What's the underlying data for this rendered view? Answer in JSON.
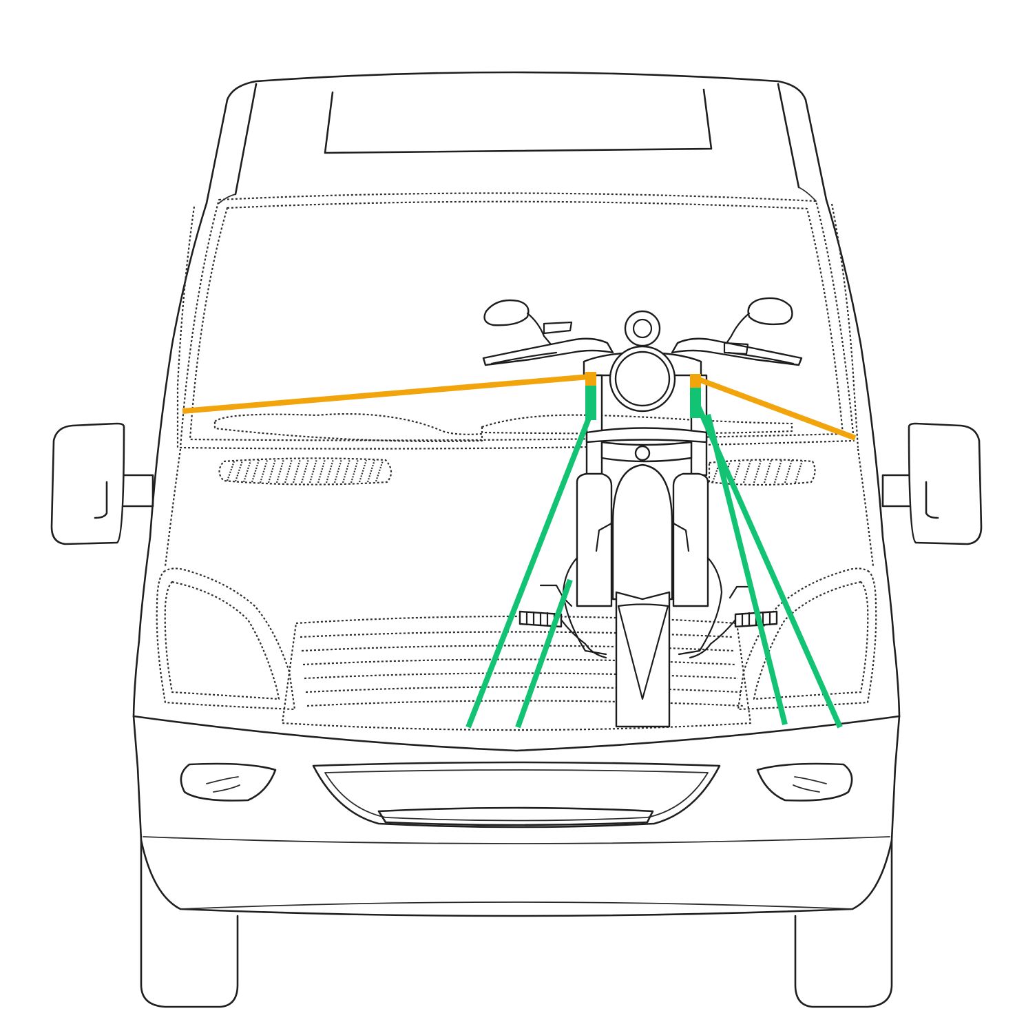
{
  "colors": {
    "soft_strap": "#F2A40C",
    "ratchet_strap": "#12C373",
    "line_art": "#1f1f1f",
    "background": "#ffffff"
  },
  "illustration": {
    "vehicle": "van-front-view",
    "cargo": "motorcycle-front-view"
  },
  "straps": {
    "soft_loop_count": 2,
    "tie_down_count": 4
  }
}
